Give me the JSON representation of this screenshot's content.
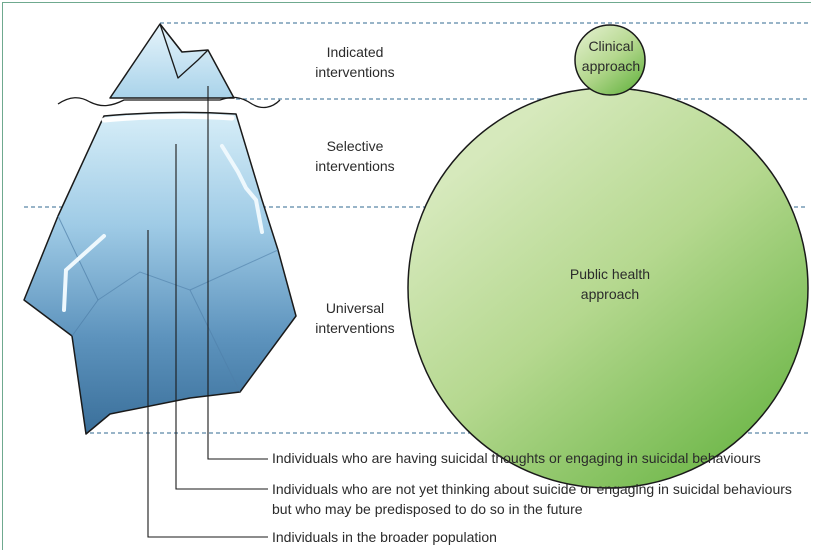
{
  "tiers": {
    "indicated": [
      "Indicated",
      "interventions"
    ],
    "selective": [
      "Selective",
      "interventions"
    ],
    "universal": [
      "Universal",
      "interventions"
    ]
  },
  "circles": {
    "clinical": [
      "Clinical",
      "approach"
    ],
    "public_health": [
      "Public health",
      "approach"
    ]
  },
  "legend": [
    "Individuals who are having suicidal thoughts or engaging in suicidal behaviours",
    "Individuals who are not yet thinking about suicide or engaging in suicidal behaviours but who may be predisposed to do so in the future",
    "Individuals in the broader population"
  ],
  "colors": {
    "public_health_light": "#d4e8b8",
    "public_health_dark": "#6db64a",
    "dashed_line": "#5a86a8",
    "leader_line": "#1a1a1a"
  }
}
